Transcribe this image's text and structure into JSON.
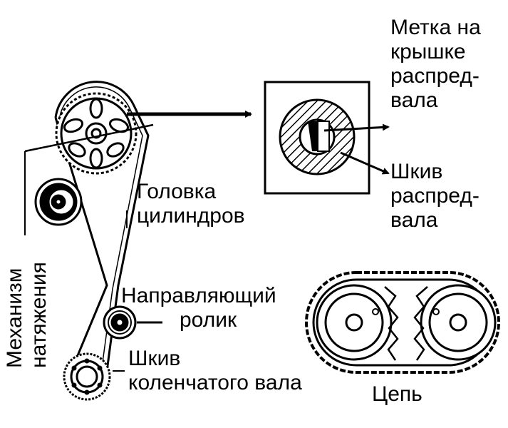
{
  "labels": {
    "cam_mark": [
      "Метка на",
      "крышке",
      "распред-",
      "вала"
    ],
    "cam_pulley": [
      "Шкив",
      "распред-",
      "вала"
    ],
    "cylinder_head": [
      "Головка",
      "цилиндров"
    ],
    "tensioner": [
      "Механизм",
      "натяжения"
    ],
    "idler": [
      "Направляющий",
      "ролик"
    ],
    "crank_pulley": [
      "Шкив",
      "коленчатого вала"
    ],
    "chain": "Цепь"
  },
  "colors": {
    "ink": "#000000",
    "paper": "#ffffff"
  }
}
